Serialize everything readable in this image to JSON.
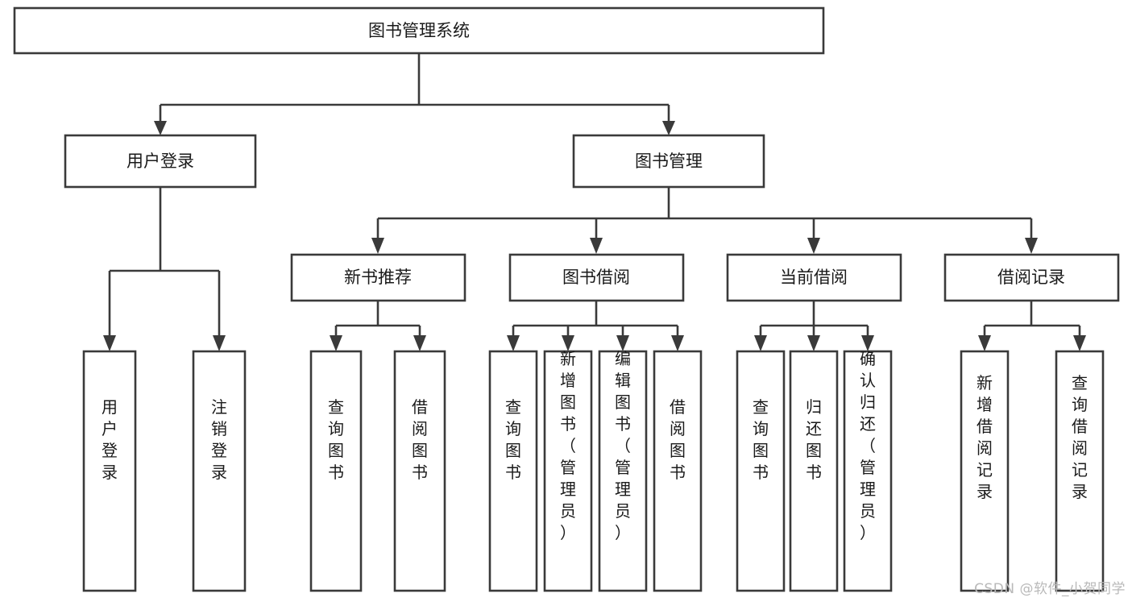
{
  "diagram": {
    "type": "hierarchy-tree",
    "title": "图书管理系统",
    "watermark": "CSDN @软件_小贺同学",
    "levels": {
      "root": {
        "label": "图书管理系统",
        "orientation": "horizontal"
      },
      "level2": [
        {
          "id": "user-login",
          "label": "用户登录",
          "orientation": "horizontal"
        },
        {
          "id": "book-manage",
          "label": "图书管理",
          "orientation": "horizontal"
        }
      ],
      "level3": [
        {
          "id": "new-book-recommend",
          "label": "新书推荐",
          "orientation": "horizontal",
          "parent": "book-manage"
        },
        {
          "id": "book-borrow",
          "label": "图书借阅",
          "orientation": "horizontal",
          "parent": "book-manage"
        },
        {
          "id": "current-borrow",
          "label": "当前借阅",
          "orientation": "horizontal",
          "parent": "book-manage"
        },
        {
          "id": "borrow-record",
          "label": "借阅记录",
          "orientation": "horizontal",
          "parent": "book-manage"
        }
      ],
      "leaves": [
        {
          "id": "leaf-user-login",
          "label": "用户登录",
          "orientation": "vertical",
          "parent": "user-login"
        },
        {
          "id": "leaf-user-logout",
          "label": "注销登录",
          "orientation": "vertical",
          "parent": "user-login"
        },
        {
          "id": "leaf-query-book-1",
          "label": "查询图书",
          "orientation": "vertical",
          "parent": "new-book-recommend"
        },
        {
          "id": "leaf-borrow-book-1",
          "label": "借阅图书",
          "orientation": "vertical",
          "parent": "new-book-recommend"
        },
        {
          "id": "leaf-query-book-2",
          "label": "查询图书",
          "orientation": "vertical",
          "parent": "book-borrow"
        },
        {
          "id": "leaf-add-book",
          "label": "新增图书（管理员）",
          "orientation": "vertical",
          "parent": "book-borrow"
        },
        {
          "id": "leaf-edit-book",
          "label": "编辑图书（管理员）",
          "orientation": "vertical",
          "parent": "book-borrow"
        },
        {
          "id": "leaf-borrow-book-2",
          "label": "借阅图书",
          "orientation": "vertical",
          "parent": "book-borrow"
        },
        {
          "id": "leaf-query-book-3",
          "label": "查询图书",
          "orientation": "vertical",
          "parent": "current-borrow"
        },
        {
          "id": "leaf-return-book",
          "label": "归还图书",
          "orientation": "vertical",
          "parent": "current-borrow"
        },
        {
          "id": "leaf-confirm-return",
          "label": "确认归还（管理员）",
          "orientation": "vertical",
          "parent": "current-borrow"
        },
        {
          "id": "leaf-add-record",
          "label": "新增借阅记录",
          "orientation": "vertical",
          "parent": "borrow-record"
        },
        {
          "id": "leaf-query-record",
          "label": "查询借阅记录",
          "orientation": "vertical",
          "parent": "borrow-record"
        }
      ]
    },
    "colors": {
      "box_stroke": "#3a3a3a",
      "box_fill": "#ffffff",
      "connector": "#3a3a3a",
      "text": "#1a1a1a",
      "watermark": "#b9b9b9",
      "background": "#ffffff"
    }
  }
}
